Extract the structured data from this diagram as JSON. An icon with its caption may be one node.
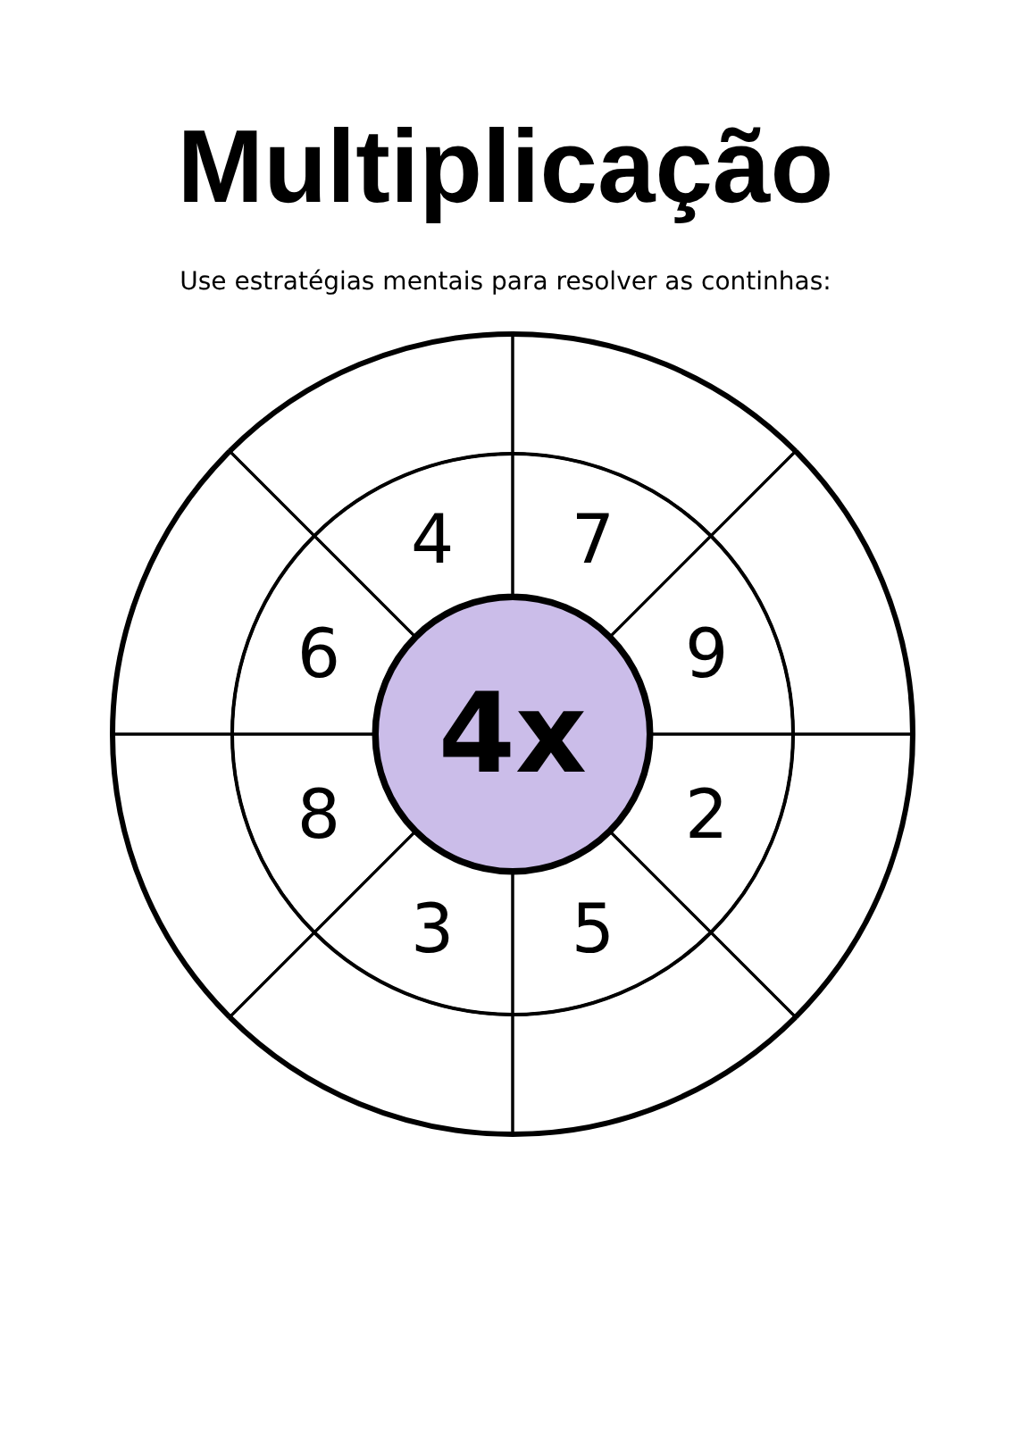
{
  "diagram": {
    "title": "Multiplicação",
    "labels": [
      "Use estratégias mentais para resolver as continhas:"
    ],
    "nodes": [
      {
        "text": [
          "4x"
        ]
      },
      {
        "text": [
          "4"
        ]
      },
      {
        "text": [
          "7"
        ]
      },
      {
        "text": [
          "9"
        ]
      },
      {
        "text": [
          "2"
        ]
      },
      {
        "text": [
          "5"
        ]
      },
      {
        "text": [
          "3"
        ]
      },
      {
        "text": [
          "8"
        ]
      },
      {
        "text": [
          "6"
        ]
      },
      {
        "text": [],
        "shape": "segment"
      },
      {
        "text": [],
        "shape": "segment"
      },
      {
        "text": [],
        "shape": "segment"
      },
      {
        "text": [],
        "shape": "segment"
      },
      {
        "text": [],
        "shape": "segment"
      },
      {
        "text": [],
        "shape": "segment"
      },
      {
        "text": [],
        "shape": "segment"
      },
      {
        "text": [],
        "shape": "segment"
      }
    ]
  }
}
